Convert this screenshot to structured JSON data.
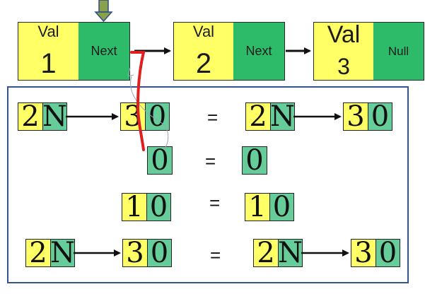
{
  "top_list": {
    "nodes": [
      {
        "val_label": "Val",
        "val_value": "1",
        "next_label": "Next"
      },
      {
        "val_label": "Val",
        "val_value": "2",
        "next_label": "Next"
      },
      {
        "val_label": "Val",
        "val_value": "3",
        "next_label": "Null"
      }
    ]
  },
  "panel": {
    "rows": [
      {
        "left": [
          [
            "2",
            "N"
          ],
          [
            "3",
            "0"
          ]
        ],
        "equals": "=",
        "right": [
          [
            "2",
            "N"
          ],
          [
            "3",
            "0"
          ]
        ]
      },
      {
        "left": [
          [
            "0"
          ]
        ],
        "equals": "=",
        "right": [
          [
            "0"
          ]
        ]
      },
      {
        "left": [
          [
            "1",
            "0"
          ]
        ],
        "equals": "=",
        "right": [
          [
            "1",
            "0"
          ]
        ]
      },
      {
        "left": [
          [
            "2",
            "N"
          ],
          [
            "3",
            "0"
          ]
        ],
        "equals": "=",
        "right": [
          [
            "2",
            "N"
          ],
          [
            "3",
            "0"
          ]
        ]
      }
    ]
  },
  "colors": {
    "value_cell": "#ffff66",
    "next_cell": "#2dbb69",
    "mini_next_cell": "#66cc99",
    "panel_border": "#34558b",
    "pointer_marker": "#e02020",
    "head_arrow": "#8aa04a"
  }
}
